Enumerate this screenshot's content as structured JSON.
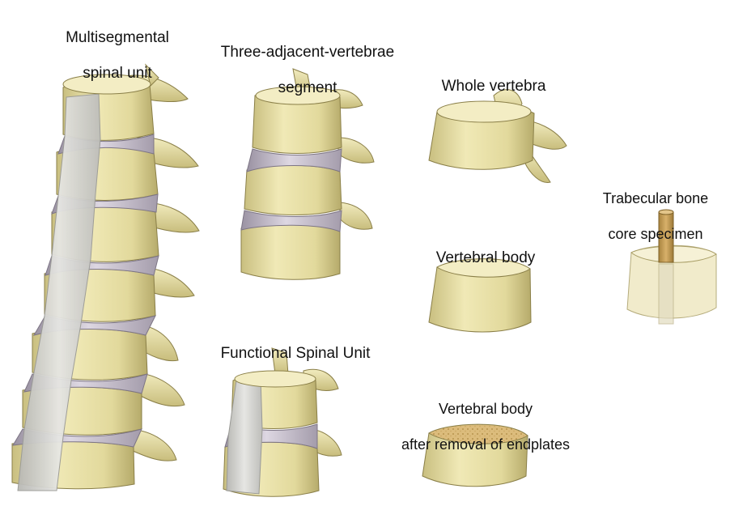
{
  "labels": {
    "multisegmental": [
      "Multisegmental",
      "spinal unit"
    ],
    "three_adjacent": [
      "Three-adjacent-vertebrae",
      "segment"
    ],
    "whole_vertebra": [
      "Whole vertebra"
    ],
    "trabecular": [
      "Trabecular bone",
      "core specimen"
    ],
    "vertebral_body": [
      "Vertebral body"
    ],
    "functional_spinal_unit": [
      "Functional Spinal Unit"
    ],
    "after_endplates": [
      "Vertebral body",
      "after removal of endplates"
    ]
  },
  "colors": {
    "bone": "#e8e0a6",
    "bone_shadow": "#b9ae6e",
    "bone_edge": "#8a7f48",
    "disc": "#c7c0cc",
    "disc_shadow": "#8f8797",
    "ligament": "#d9d9d6",
    "ligament_shadow": "#a9a9a6",
    "cancellous": "#d9b978",
    "background": "#ffffff"
  }
}
